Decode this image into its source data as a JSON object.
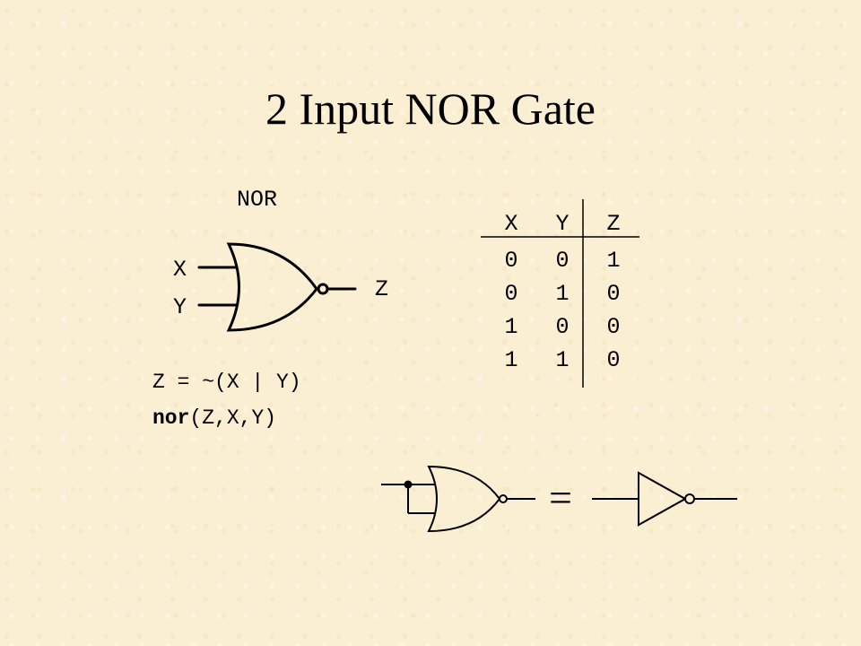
{
  "title": "2 Input NOR Gate",
  "gate": {
    "label": "NOR",
    "input_x": "X",
    "input_y": "Y",
    "output": "Z"
  },
  "expression": "Z = ~(X | Y)",
  "verilog": {
    "keyword": "nor",
    "args": "(Z,X,Y)"
  },
  "truth_table": {
    "headers": [
      "X",
      "Y",
      "Z"
    ],
    "rows": [
      [
        "0",
        "0",
        "1"
      ],
      [
        "0",
        "1",
        "0"
      ],
      [
        "1",
        "0",
        "0"
      ],
      [
        "1",
        "1",
        "0"
      ]
    ]
  },
  "equivalence_symbol": "="
}
